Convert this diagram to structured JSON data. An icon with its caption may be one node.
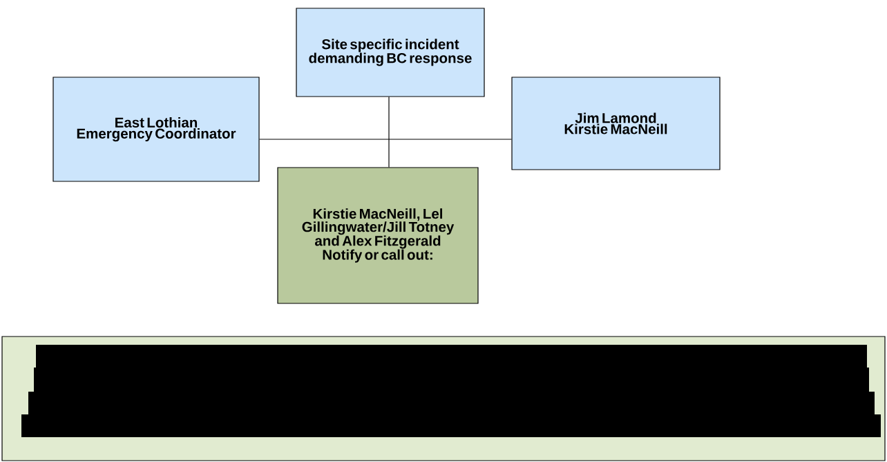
{
  "diagram": {
    "nodes": [
      {
        "text": [
          "Site specific incident demanding BC response"
        ]
      },
      {
        "text": [
          "East Lothian Emergency Coordinator"
        ]
      },
      {
        "text": [
          "Jim Lamond Kirstie MacNeill"
        ]
      },
      {
        "text": [
          "Kirstie MacNeill, Lel Gillingwater/Jill Totney and Alex Fitzgerald Notify or call out:"
        ]
      },
      {
        "text": [],
        "shape": "box"
      }
    ],
    "edges": [
      {
        "from": 0,
        "to": 3,
        "arrow": "none"
      },
      {
        "from": 1,
        "to": 2,
        "arrow": "none"
      }
    ]
  }
}
